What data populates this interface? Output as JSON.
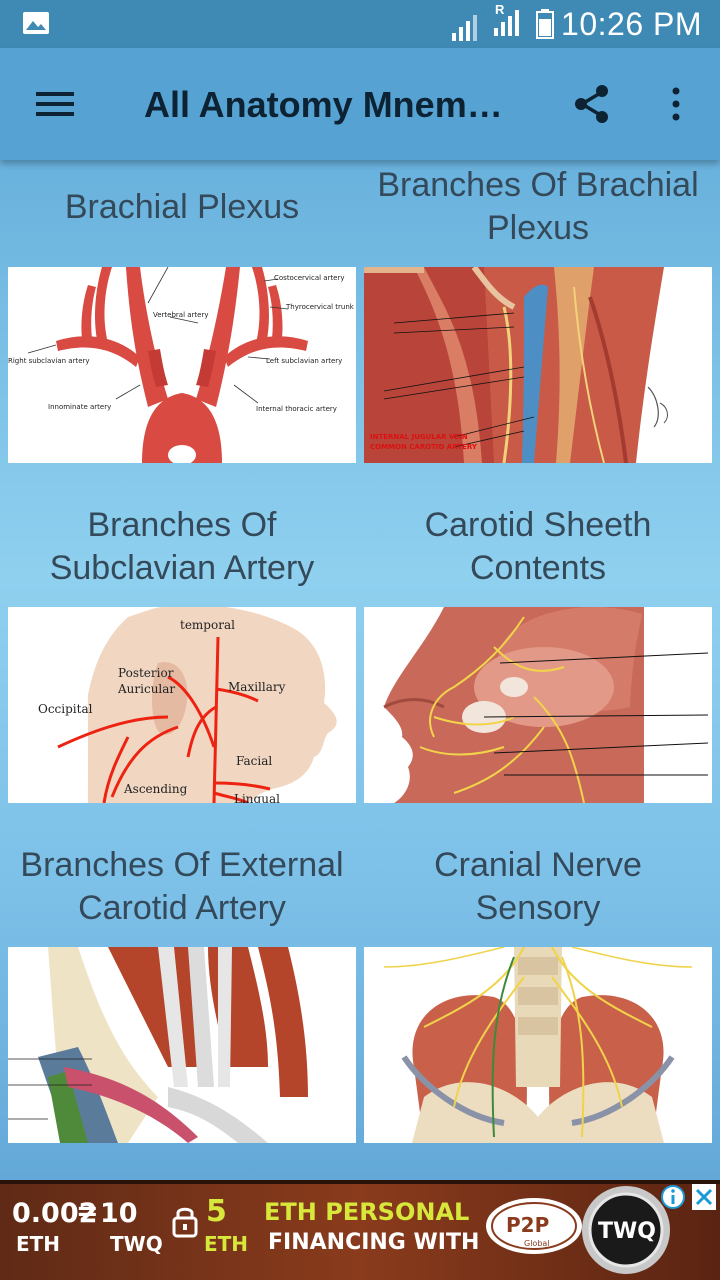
{
  "status_bar": {
    "time": "10:26 PM",
    "roaming": "R"
  },
  "app_bar": {
    "title": "All Anatomy Mnemonics"
  },
  "items": [
    {
      "label": "Brachial Plexus"
    },
    {
      "label": "Branches Of Brachial Plexus"
    },
    {
      "label": "Branches Of Subclavian Artery"
    },
    {
      "label": "Carotid Sheeth Contents"
    },
    {
      "label": "Branches Of External Carotid Artery"
    },
    {
      "label": "Cranial Nerve Sensory"
    }
  ],
  "thumb_labels": {
    "aorta": [
      "Vertebral artery",
      "Costocervical artery",
      "Thyrocervical trunk",
      "Right subclavian artery",
      "Left subclavian artery",
      "Innominate artery",
      "Internal thoracic artery"
    ],
    "neck": [
      "INTERNAL JUGULAR VEIN",
      "COMMON CAROTID ARTERY"
    ],
    "face": [
      "temporal",
      "Posterior Auricular",
      "Maxillary",
      "Occipital",
      "Facial",
      "Ascending",
      "Lingual"
    ]
  },
  "ad": {
    "line1a": "0.002",
    "line1b": "ETH",
    "eq": "=",
    "line2a": "10",
    "line2b": "TWQ",
    "line3a": "5",
    "line3b": "ETH",
    "line4": "ETH PERSONAL",
    "line5": "FINANCING WITH",
    "logo1": "P2P",
    "logo1_sub": "Global",
    "logo2": "TWQ"
  },
  "colors": {
    "status_bar": "#3f8ab5",
    "app_bar": "#56a3d3",
    "label_text": "#34495a",
    "title_text": "#0d2233"
  }
}
